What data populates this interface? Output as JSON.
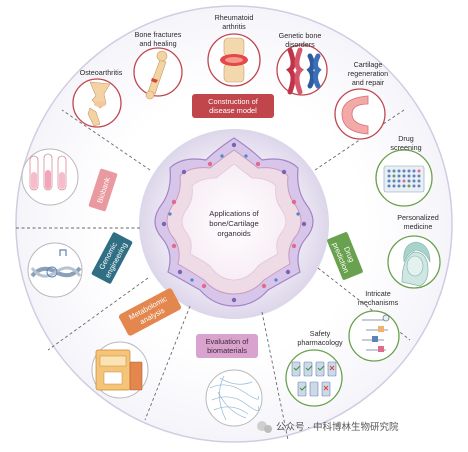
{
  "center": {
    "line1": "Applications of",
    "line2": "bone/Cartilage",
    "line3": "organoids"
  },
  "disease_model": {
    "tag_line1": "Construction of",
    "tag_line2": "disease model",
    "items": {
      "osteoarthritis": "Osteoarthritis",
      "fracture_1": "Bone fractures",
      "fracture_2": "and healing",
      "ra_1": "Rheumatoid",
      "ra_2": "arthritis",
      "genetic_1": "Genetic bone",
      "genetic_2": "disorders",
      "cart_1": "Cartilage",
      "cart_2": "regeneration",
      "cart_3": "and repair"
    }
  },
  "drug_prediction": {
    "tag_line1": "Drug",
    "tag_line2": "prediction",
    "items": {
      "screen_1": "Drug",
      "screen_2": "screening",
      "pers_1": "Personalized",
      "pers_2": "medicine",
      "intr_1": "Intricate",
      "intr_2": "mechanisms",
      "safety_1": "Safety",
      "safety_2": "pharmacology"
    }
  },
  "biomaterials": {
    "tag_line1": "Evaluation of",
    "tag_line2": "biomaterials"
  },
  "metabolomic": {
    "tag_line1": "Metabolomic",
    "tag_line2": "analysis"
  },
  "genomic": {
    "tag_line1": "Genomic",
    "tag_line2": "engineering"
  },
  "biobank": {
    "tag": "Biobank"
  },
  "watermark": "公众号 · 中科博林生物研究院",
  "colors": {
    "disease": "#c0464c",
    "drug": "#6aa14e",
    "biomaterial": "#d9a2cf",
    "metabolomic": "#e3874f",
    "genomic": "#2f6e83",
    "biobank": "#e99aa0",
    "ring": "#e8e6f2",
    "organoid": "#a384c4"
  }
}
